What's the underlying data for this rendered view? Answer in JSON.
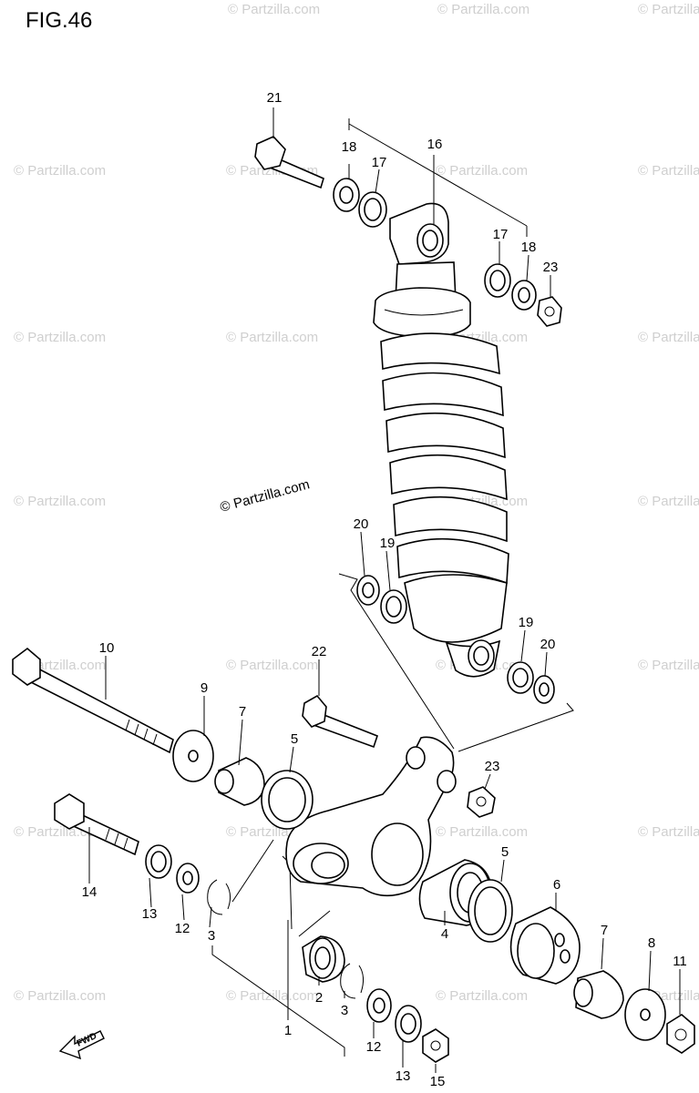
{
  "title": "FIG.46",
  "watermark_text": "© Partzilla.com",
  "center_watermark_text": "© Partzilla.com",
  "fwd_label": "FWD",
  "footer_text": "",
  "callouts": {
    "c21": "21",
    "c18a": "18",
    "c17a": "17",
    "c16": "16",
    "c17b": "17",
    "c18b": "18",
    "c23a": "23",
    "c20a": "20",
    "c19a": "19",
    "c19b": "19",
    "c20b": "20",
    "c10": "10",
    "c22": "22",
    "c9": "9",
    "c7a": "7",
    "c5a": "5",
    "c23b": "23",
    "c14": "14",
    "c13a": "13",
    "c12a": "12",
    "c3a": "3",
    "c5b": "5",
    "c6": "6",
    "c4": "4",
    "c7b": "7",
    "c8": "8",
    "c11": "11",
    "c2": "2",
    "c3b": "3",
    "c1": "1",
    "c12b": "12",
    "c13b": "13",
    "c15": "15"
  }
}
